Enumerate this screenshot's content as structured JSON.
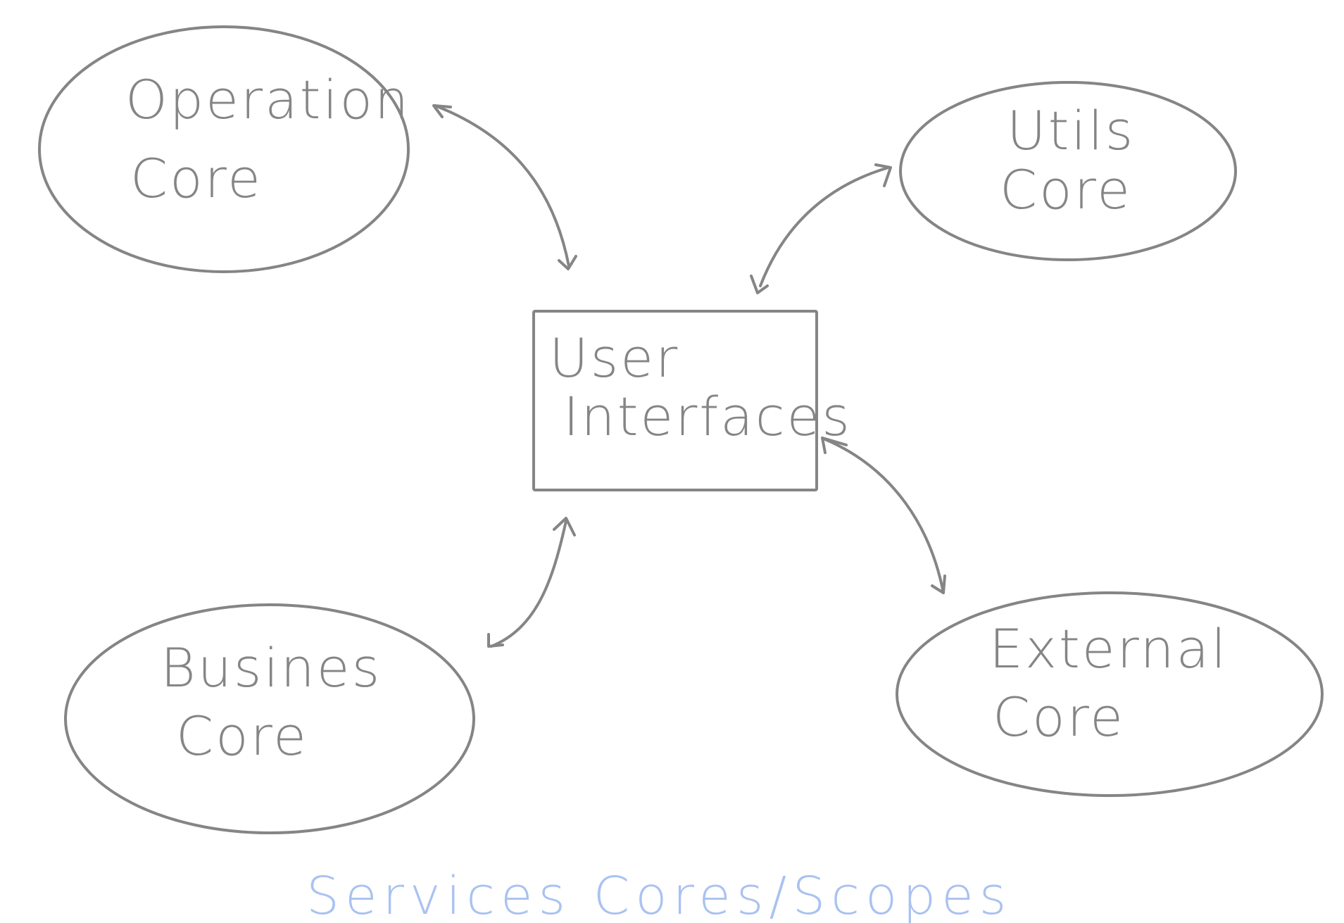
{
  "diagram": {
    "nodes": {
      "operation": {
        "line1": "Operation",
        "line2": "Core"
      },
      "utils": {
        "line1": "Utils",
        "line2": "Core"
      },
      "user_interfaces": {
        "line1": "User",
        "line2": "Interfaces"
      },
      "business": {
        "line1": "Busines",
        "line2": "Core"
      },
      "external": {
        "line1": "External",
        "line2": "Core"
      }
    },
    "caption": "Services Cores/Scopes",
    "edges": [
      {
        "from": "operation",
        "to": "user_interfaces",
        "direction": "bidirectional"
      },
      {
        "from": "utils",
        "to": "user_interfaces",
        "direction": "bidirectional"
      },
      {
        "from": "business",
        "to": "user_interfaces",
        "direction": "bidirectional"
      },
      {
        "from": "external",
        "to": "user_interfaces",
        "direction": "bidirectional"
      }
    ],
    "colors": {
      "stroke": "#858585",
      "caption": "#a9c2f1",
      "background": "#ffffff"
    }
  }
}
